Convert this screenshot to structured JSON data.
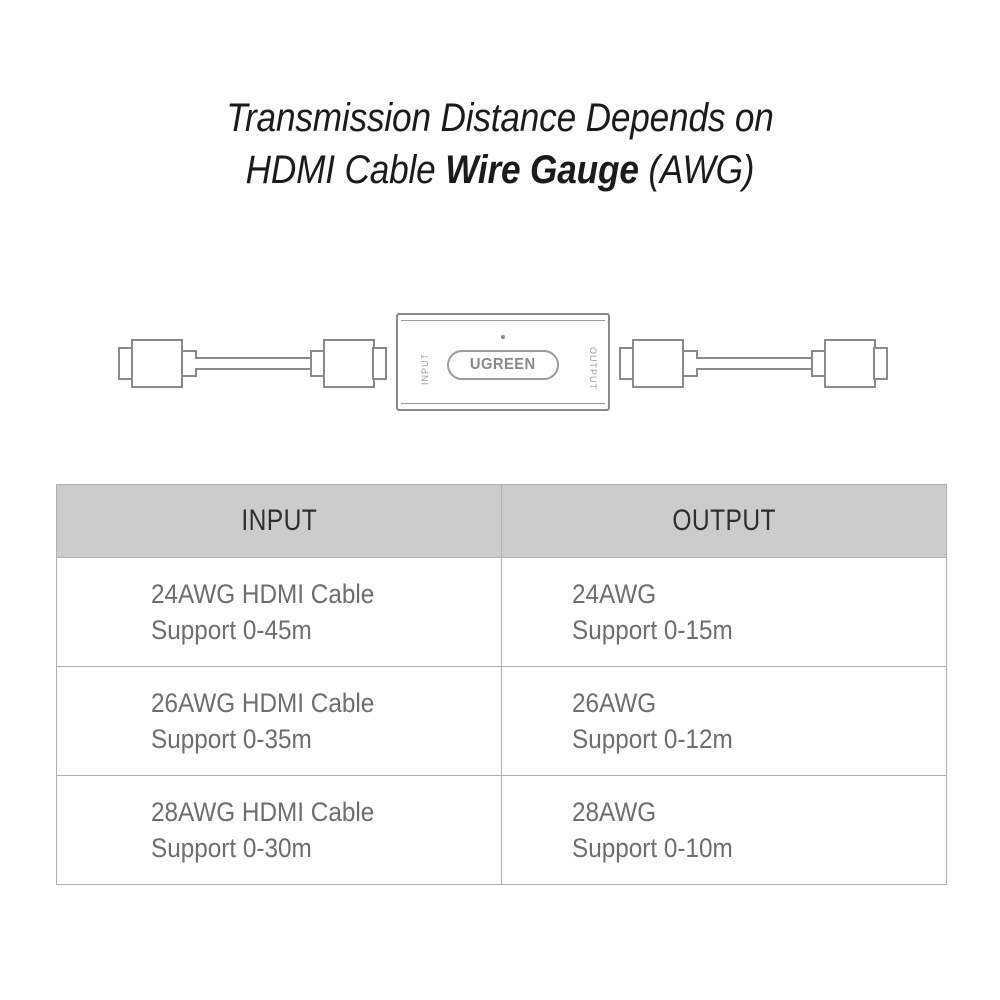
{
  "title": {
    "line1": "Transmission Distance Depends on",
    "line2_prefix": "HDMI Cable ",
    "line2_bold": "Wire Gauge",
    "line2_suffix": " (AWG)"
  },
  "diagram": {
    "device": {
      "brand": "UGREEN",
      "input_label": "INPUT",
      "output_label": "OUTPUT"
    }
  },
  "table": {
    "headers": [
      "INPUT",
      "OUTPUT"
    ],
    "rows": [
      {
        "input_line1": "24AWG HDMI Cable",
        "input_line2": "Support 0-45m",
        "output_line1": "24AWG",
        "output_line2": "Support 0-15m"
      },
      {
        "input_line1": "26AWG HDMI Cable",
        "input_line2": "Support 0-35m",
        "output_line1": "26AWG",
        "output_line2": "Support 0-12m"
      },
      {
        "input_line1": "28AWG HDMI Cable",
        "input_line2": "Support 0-30m",
        "output_line1": "28AWG",
        "output_line2": "Support 0-10m"
      }
    ]
  },
  "colors": {
    "background": "#ffffff",
    "title_text": "#1b1b1b",
    "header_fill": "#cccccc",
    "header_text": "#2e2e2e",
    "body_text": "#6e6e6e",
    "line_art": "#8a8a8a",
    "table_border": "#b0b0b0"
  }
}
